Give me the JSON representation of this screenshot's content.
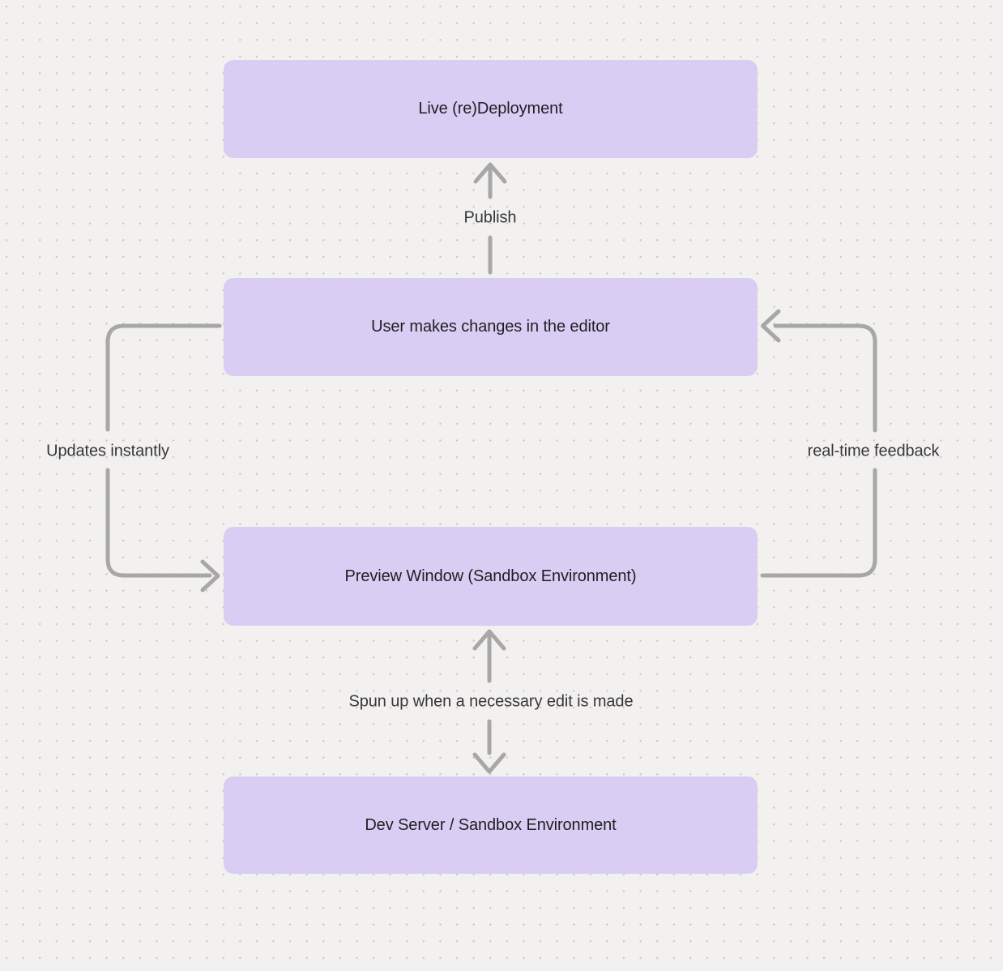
{
  "colors": {
    "background": "#f2f1ef",
    "dot": "#c8c8c6",
    "node-fill": "#d9cdf3",
    "node-text": "#1f1f23",
    "edge-label-text": "#37373b",
    "arrow": "#a7a7a7"
  },
  "nodes": [
    {
      "id": "live-redeployment",
      "label": "Live (re)Deployment"
    },
    {
      "id": "user-editor",
      "label": "User makes changes in the editor"
    },
    {
      "id": "preview-window",
      "label": "Preview Window (Sandbox Environment)"
    },
    {
      "id": "dev-server",
      "label": "Dev Server / Sandbox Environment"
    }
  ],
  "edges": [
    {
      "id": "publish",
      "label": "Publish",
      "from": "user-editor",
      "to": "live-redeployment",
      "direction": "up"
    },
    {
      "id": "updates-instantly",
      "label": "Updates instantly",
      "from": "user-editor",
      "to": "preview-window",
      "direction": "down-left-loop"
    },
    {
      "id": "real-time-feedback",
      "label": "real-time feedback",
      "from": "preview-window",
      "to": "user-editor",
      "direction": "up-right-loop"
    },
    {
      "id": "spun-up",
      "label": "Spun up when a necessary edit is made",
      "from": "preview-window",
      "to": "dev-server",
      "direction": "both"
    }
  ]
}
